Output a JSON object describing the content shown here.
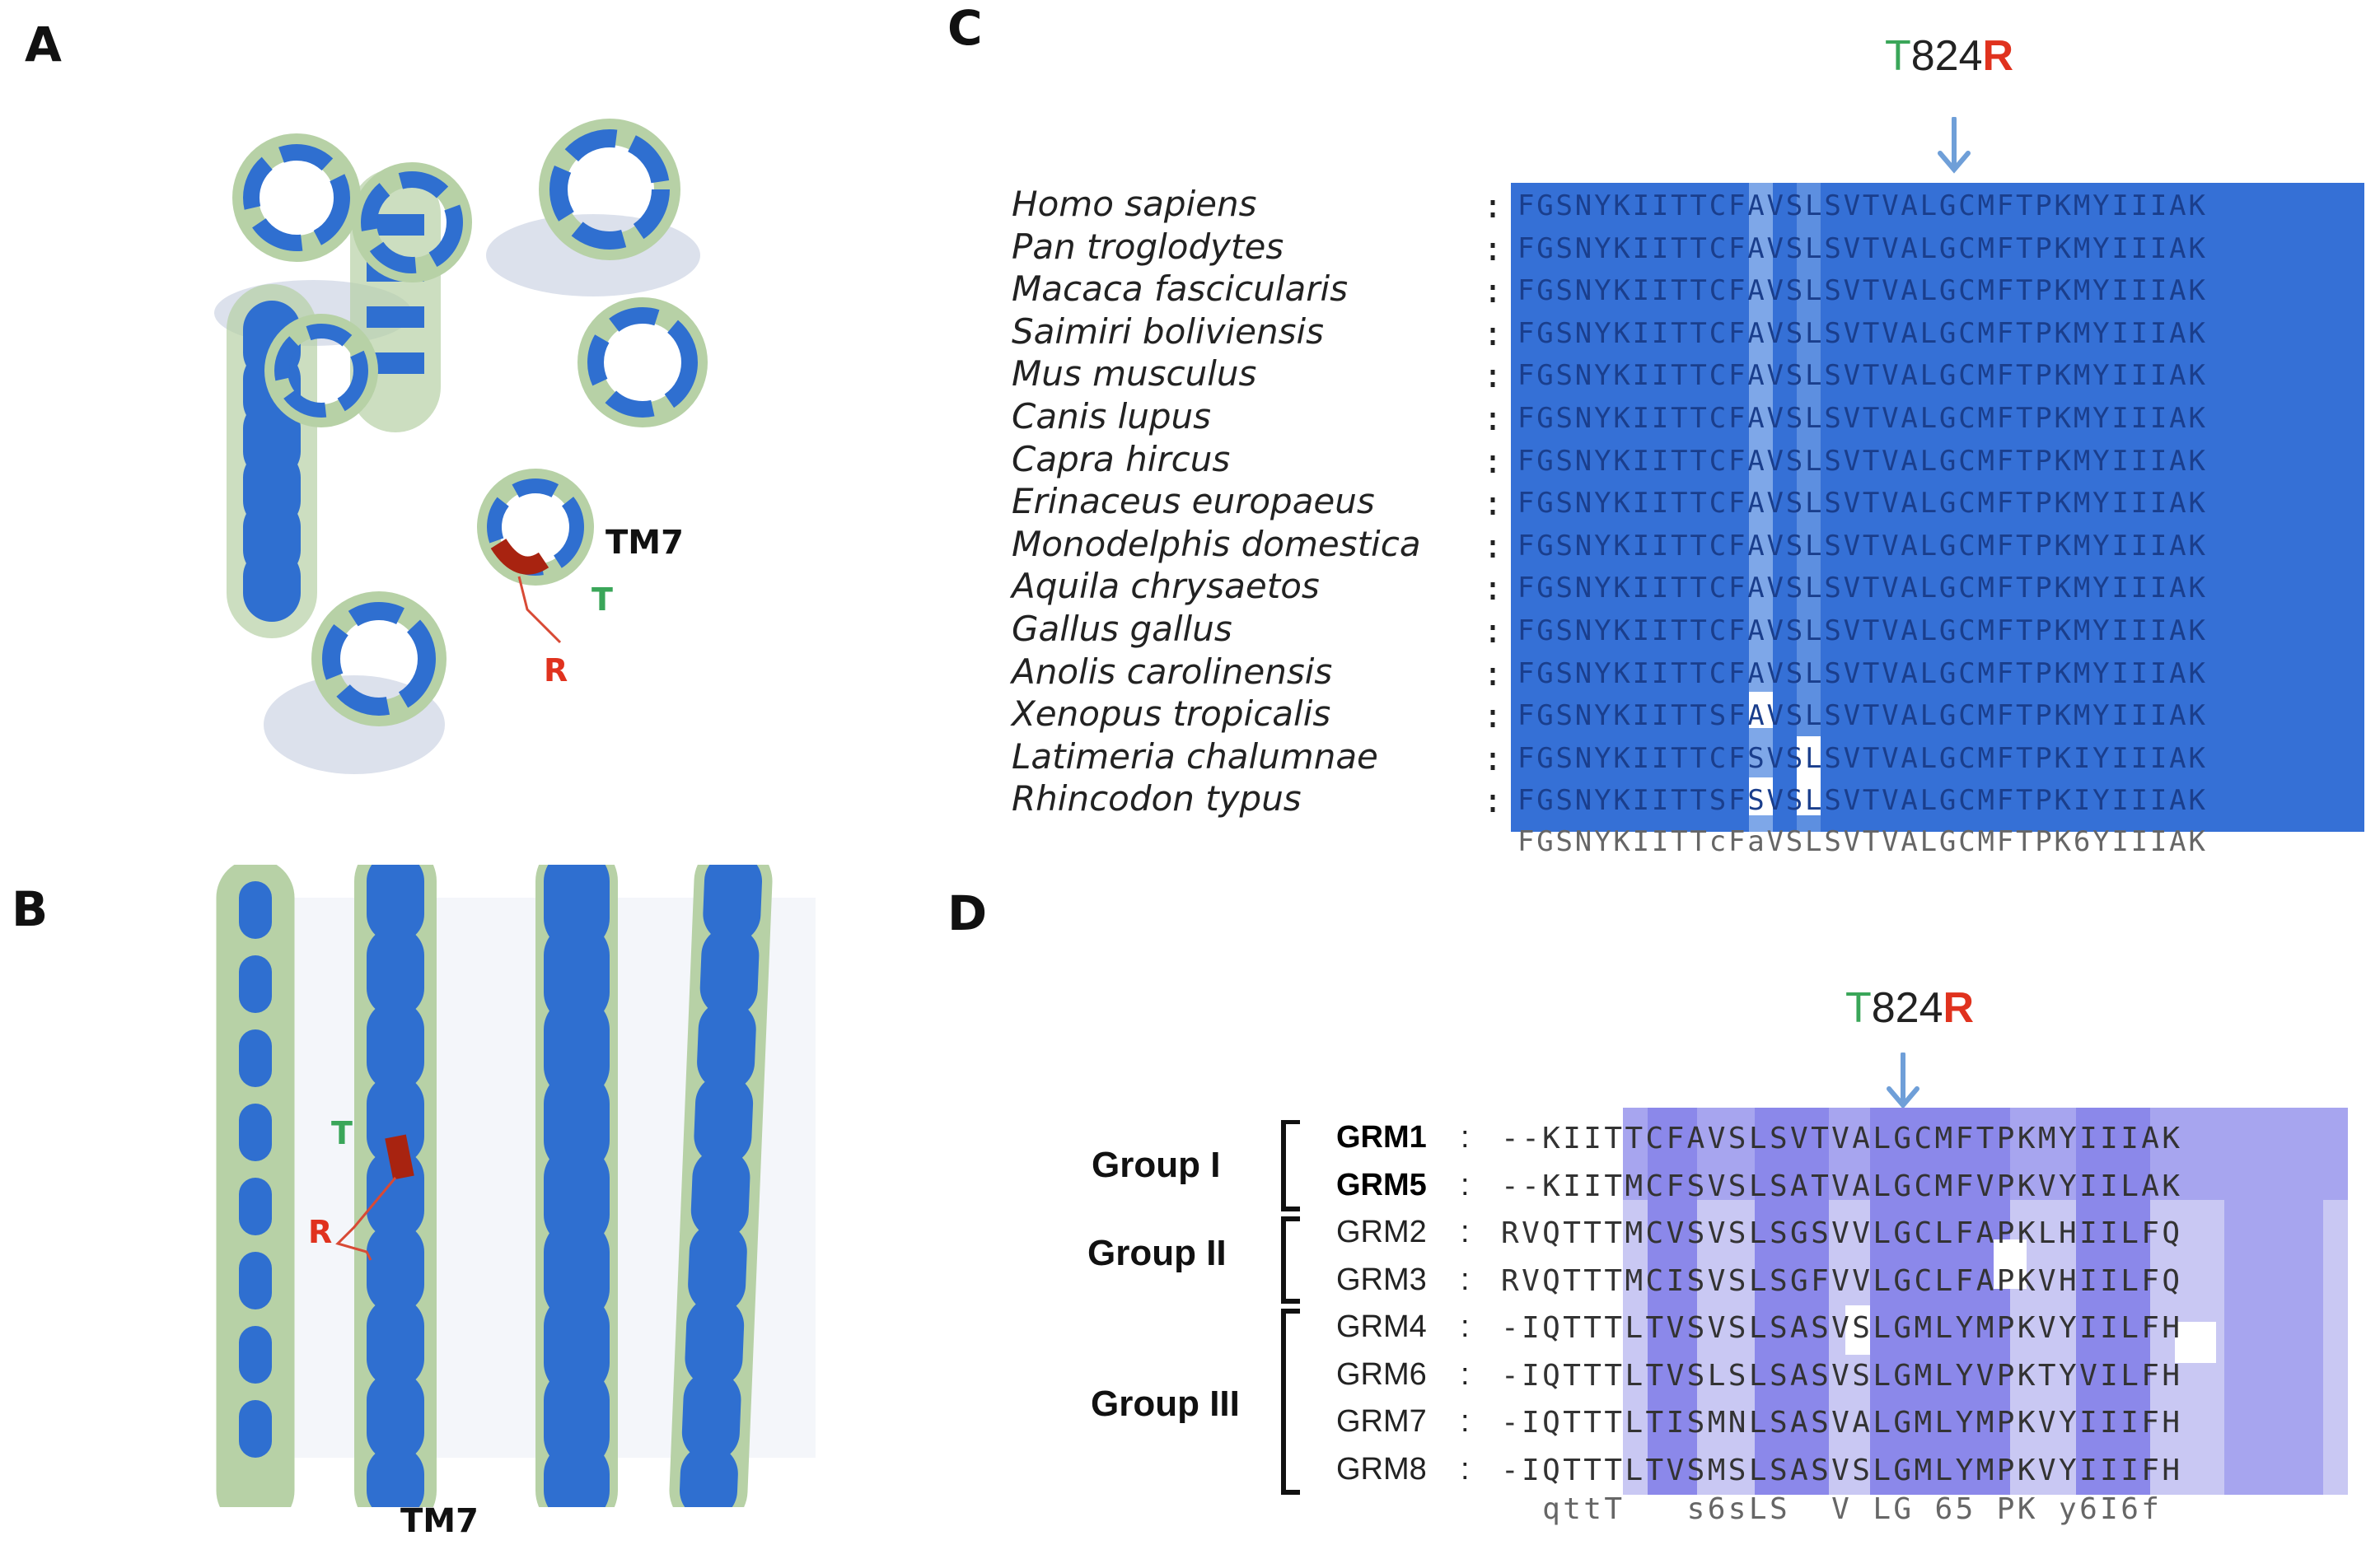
{
  "panels": {
    "a": "A",
    "b": "B",
    "c": "C",
    "d": "D"
  },
  "panel_a": {
    "tm_label": "TM7",
    "wt_label": "T",
    "mut_label": "R"
  },
  "panel_b": {
    "tm_label": "TM7",
    "wt_label": "T",
    "mut_label": "R"
  },
  "mutation": {
    "wt": "T",
    "pos": "824",
    "mut": "R"
  },
  "panel_c": {
    "species": [
      "Homo sapiens",
      "Pan troglodytes",
      "Macaca fascicularis",
      "Saimiri boliviensis",
      "Mus musculus",
      "Canis lupus",
      "Capra hircus",
      "Erinaceus europaeus",
      "Monodelphis domestica",
      "Aquila chrysaetos",
      "Gallus gallus",
      "Anolis carolinensis",
      "Xenopus tropicalis",
      "Latimeria chalumnae",
      "Rhincodon typus"
    ],
    "sequences": [
      "FGSNYKIITTCFAVSLSVTVALGCMFTPKMYIIIAK",
      "FGSNYKIITTCFAVSLSVTVALGCMFTPKMYIIIAK",
      "FGSNYKIITTCFAVSLSVTVALGCMFTPKMYIIIAK",
      "FGSNYKIITTCFAVSLSVTVALGCMFTPKMYIIIAK",
      "FGSNYKIITTCFAVSLSVTVALGCMFTPKMYIIIAK",
      "FGSNYKIITTCFAVSLSVTVALGCMFTPKMYIIIAK",
      "FGSNYKIITTCFAVSLSVTVALGCMFTPKMYIIIAK",
      "FGSNYKIITTCFAVSLSVTVALGCMFTPKMYIIIAK",
      "FGSNYKIITTCFAVSLSVTVALGCMFTPKMYIIIAK",
      "FGSNYKIITTCFAVSLSVTVALGCMFTPKMYIIIAK",
      "FGSNYKIITTCFAVSLSVTVALGCMFTPKMYIIIAK",
      "FGSNYKIITTCFAVSLSVTVALGCMFTPKMYIIIAK",
      "FGSNYKIITTSFAVSLSVTVALGCMFTPKMYIIIAK",
      "FGSNYKIITTCFSVSLSVTVALGCMFTPKIYIIIAK",
      "FGSNYKIITTSFSVSLSVTVALGCMFTPKIYIIIAK"
    ],
    "consensus": "FGSNYKIITTcFaVSLSVTVALGCMFTPK6YIIIAK",
    "separator": ":"
  },
  "panel_d": {
    "groups": [
      "Group I",
      "Group II",
      "Group III"
    ],
    "receptors": [
      "GRM1",
      "GRM5",
      "GRM2",
      "GRM3",
      "GRM4",
      "GRM6",
      "GRM7",
      "GRM8"
    ],
    "sequences": [
      "--KIITTCFAVSLSVTVALGCMFTPKMYIIIAK",
      "--KIITMCFSVSLSATVALGCMFVPKVYIILAK",
      "RVQTTTMCVSVSLSGSVVLGCLFAPKLHIILFQ",
      "RVQTTTMCISVSLSGFVVLGCLFAPKVHIILFQ",
      "-IQTTTLTVSVSLSASVSLGMLYMPKVYIILFH",
      "-IQTTTLTVSLSLSASVSLGMLYVPKTYVILFH",
      "-IQTTTLTISMNLSASVALGMLYMPKVYIIIFH",
      "-IQTTTLTVSMSLSASVSLGMLYMPKVYIIIFH"
    ],
    "consensus": "  qttT   s6sLS  V LG 65 PK y6I6f",
    "separator": ":"
  },
  "colors": {
    "wt": "#3aa659",
    "mut": "#e0321e",
    "arrow": "#6f9fd8",
    "conserved": "#3570d6",
    "group_shade": "#7b78e6"
  }
}
